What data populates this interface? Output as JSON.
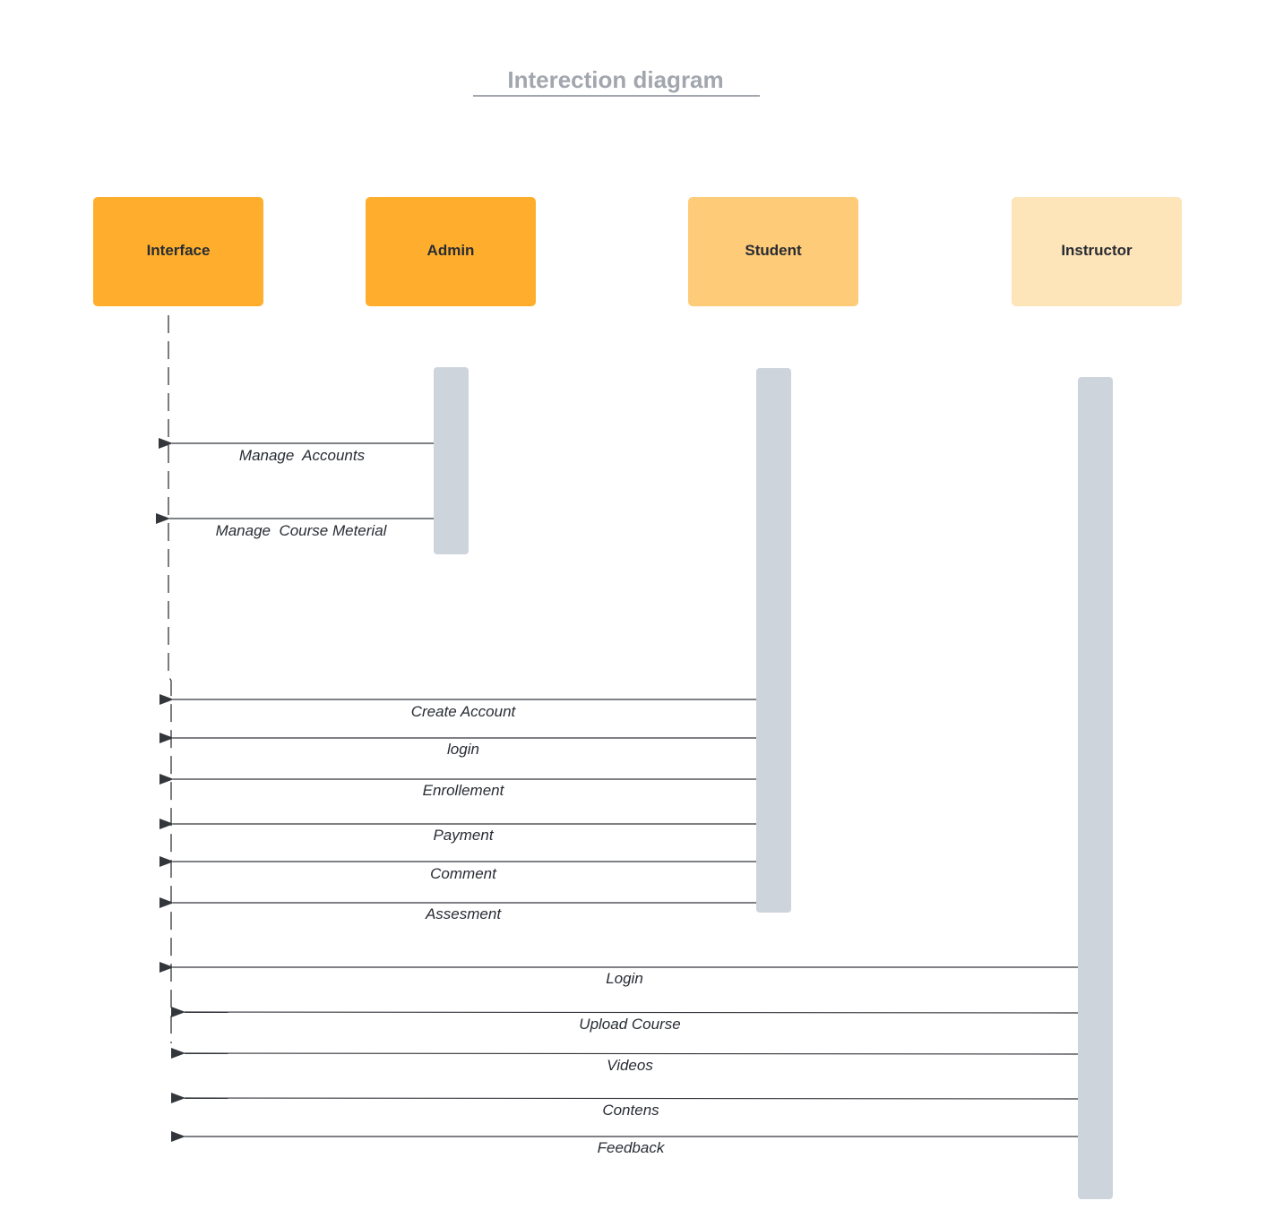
{
  "diagram": {
    "title": "Interection diagram",
    "actors": [
      {
        "id": "interface",
        "label": "Interface",
        "color": "#feae2c"
      },
      {
        "id": "admin",
        "label": "Admin",
        "color": "#feae2c"
      },
      {
        "id": "student",
        "label": "Student",
        "color": "#fecb78"
      },
      {
        "id": "instructor",
        "label": "Instructor",
        "color": "#fee4b9"
      }
    ],
    "messages": [
      {
        "from": "admin",
        "to": "interface",
        "label": "Manage  Accounts"
      },
      {
        "from": "admin",
        "to": "interface",
        "label": "Manage  Course Meterial"
      },
      {
        "from": "student",
        "to": "interface",
        "label": "Create Account"
      },
      {
        "from": "student",
        "to": "interface",
        "label": "login"
      },
      {
        "from": "student",
        "to": "interface",
        "label": "Enrollement"
      },
      {
        "from": "student",
        "to": "interface",
        "label": "Payment"
      },
      {
        "from": "student",
        "to": "interface",
        "label": "Comment"
      },
      {
        "from": "student",
        "to": "interface",
        "label": "Assesment"
      },
      {
        "from": "instructor",
        "to": "interface",
        "label": "Login"
      },
      {
        "from": "instructor",
        "to": "interface",
        "label": "Upload Course"
      },
      {
        "from": "instructor",
        "to": "interface",
        "label": "Videos"
      },
      {
        "from": "instructor",
        "to": "interface",
        "label": "Contens"
      },
      {
        "from": "instructor",
        "to": "interface",
        "label": "Feedback"
      }
    ],
    "colors": {
      "title": "#a2a6ae",
      "activation_bar": "#ced4dc",
      "line": "#33363b",
      "text": "#282c33"
    }
  }
}
